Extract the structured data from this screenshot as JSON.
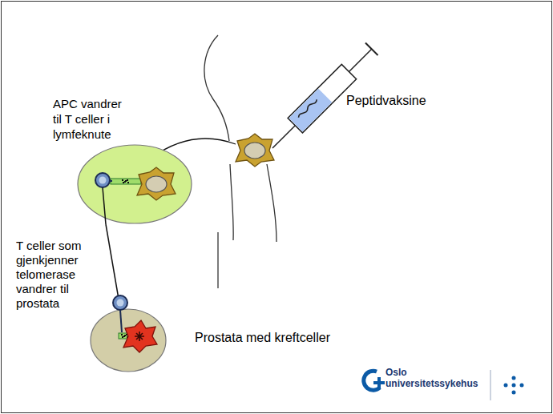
{
  "diagram": {
    "nodes": [
      {
        "text": [
          "APC vandrer til T celler i lymfeknute"
        ]
      },
      {
        "text": [
          "Prostata med kreftceller"
        ]
      }
    ],
    "edges": [
      {
        "from": 0,
        "to": 1,
        "arrow": "none"
      }
    ],
    "labels": [
      "Peptidvaksine",
      "T celler som gjenkjenner telomerase vandrer til prostata",
      "Oslo universitetssykehus"
    ]
  }
}
